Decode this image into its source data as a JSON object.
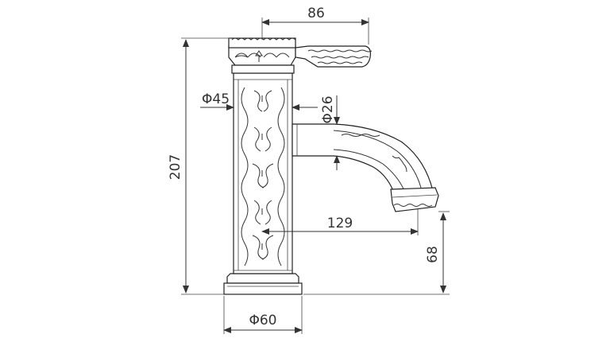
{
  "dimensions": {
    "handle_length": "86",
    "total_height": "207",
    "body_diameter": "Φ45",
    "spout_diameter": "Φ26",
    "spout_reach": "129",
    "spout_height": "68",
    "base_diameter": "Φ60"
  }
}
